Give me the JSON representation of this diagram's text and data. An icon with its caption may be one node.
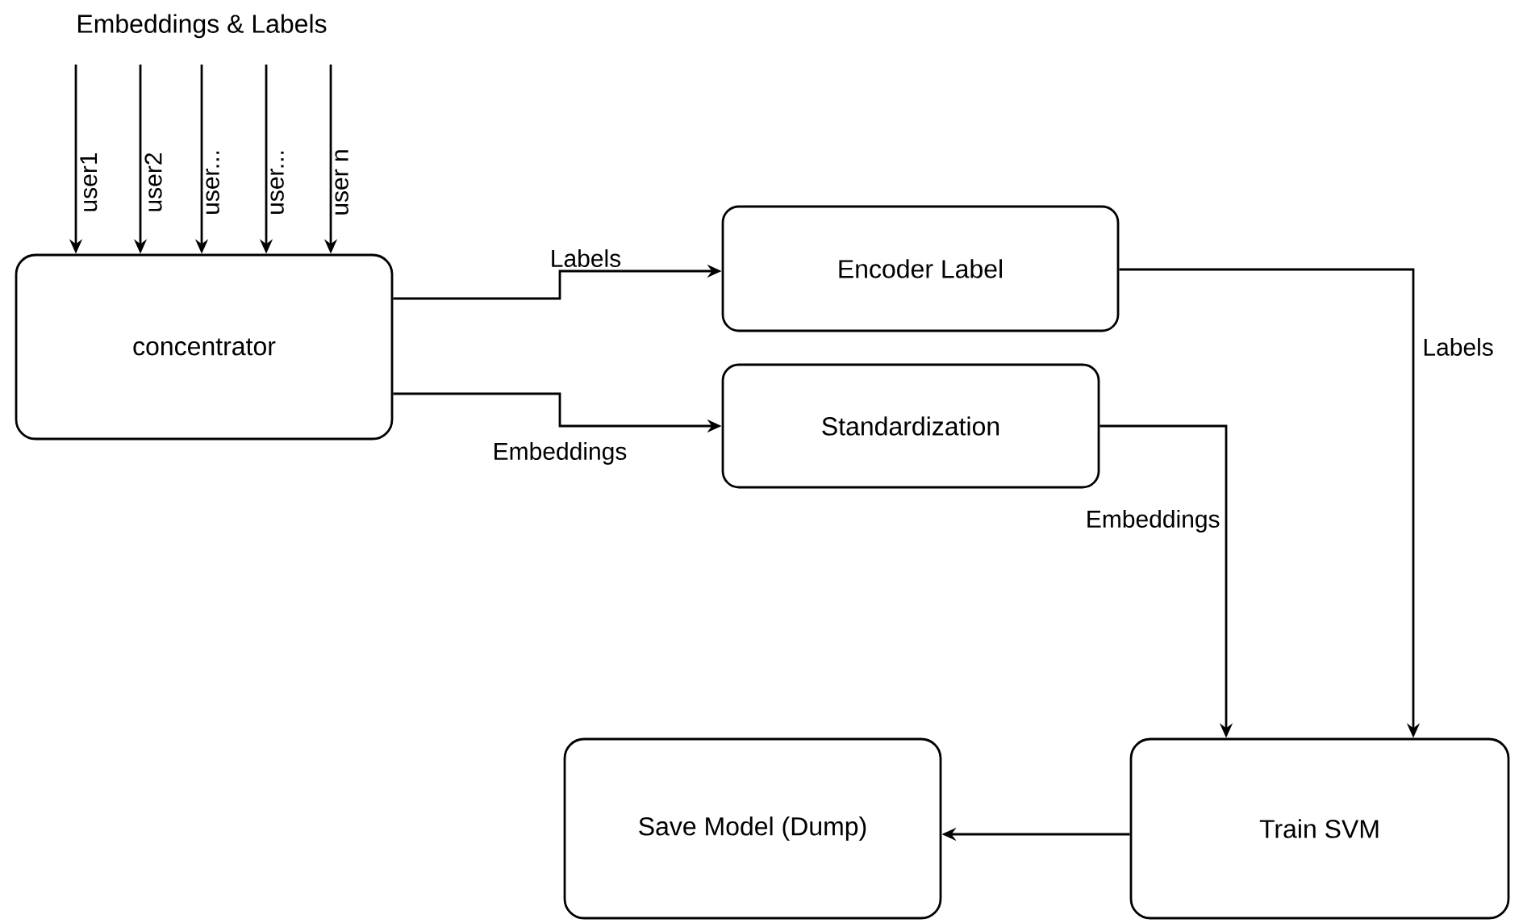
{
  "diagram": {
    "nodes": [
      {
        "text": [
          "concentrator"
        ]
      },
      {
        "text": [
          "Encoder Label"
        ]
      },
      {
        "text": [
          "Standardization"
        ]
      },
      {
        "text": [
          "Save Model (Dump)"
        ]
      },
      {
        "text": [
          "Train SVM"
        ]
      }
    ],
    "edges": [
      {
        "from": null,
        "to": 0,
        "arrow": "to",
        "label": "user1"
      },
      {
        "from": null,
        "to": 0,
        "arrow": "to",
        "label": "user2"
      },
      {
        "from": null,
        "to": 0,
        "arrow": "to",
        "label": "user..."
      },
      {
        "from": null,
        "to": 0,
        "arrow": "to",
        "label": "user..."
      },
      {
        "from": null,
        "to": 0,
        "arrow": "to",
        "label": "user n"
      },
      {
        "from": 0,
        "to": 1,
        "arrow": "to",
        "label": "Labels"
      },
      {
        "from": 0,
        "to": 2,
        "arrow": "to",
        "label": "Embeddings"
      },
      {
        "from": 1,
        "to": 4,
        "arrow": "to",
        "label": "Labels"
      },
      {
        "from": 2,
        "to": 4,
        "arrow": "to",
        "label": "Embeddings"
      },
      {
        "from": 4,
        "to": 3,
        "arrow": "to"
      }
    ],
    "labels": [
      "Embeddings & Labels"
    ]
  }
}
